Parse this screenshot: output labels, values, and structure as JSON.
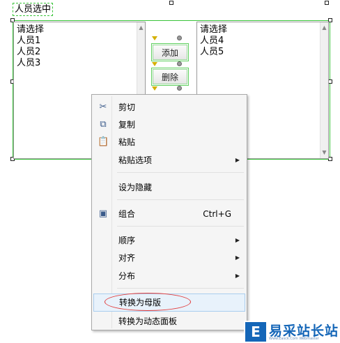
{
  "canvas": {
    "group_title": "人员选中",
    "left_list": {
      "items": [
        "请选择",
        "人员1",
        "人员2",
        "人员3"
      ]
    },
    "right_list": {
      "items": [
        "请选择",
        "人员4",
        "人员5"
      ]
    },
    "add_button": "添加",
    "remove_button": "删除"
  },
  "context_menu": {
    "items": [
      {
        "label": "剪切",
        "icon": "scissors-icon"
      },
      {
        "label": "复制",
        "icon": "copy-icon"
      },
      {
        "label": "粘贴",
        "icon": "paste-icon"
      },
      {
        "label": "粘贴选项",
        "submenu": true
      },
      {
        "label": "设为隐藏"
      },
      {
        "label": "组合",
        "icon": "group-icon",
        "shortcut": "Ctrl+G"
      },
      {
        "label": "顺序",
        "submenu": true
      },
      {
        "label": "对齐",
        "submenu": true
      },
      {
        "label": "分布",
        "submenu": true
      },
      {
        "label": "转换为母版",
        "highlighted": true
      },
      {
        "label": "转换为动态面板"
      }
    ]
  },
  "annotation_color": "#e23a3a",
  "selection_color": "#39c439",
  "watermark": {
    "logo": "E",
    "text": "易采站长站",
    "subtext": "Www.Easck.Com Webmaster"
  }
}
